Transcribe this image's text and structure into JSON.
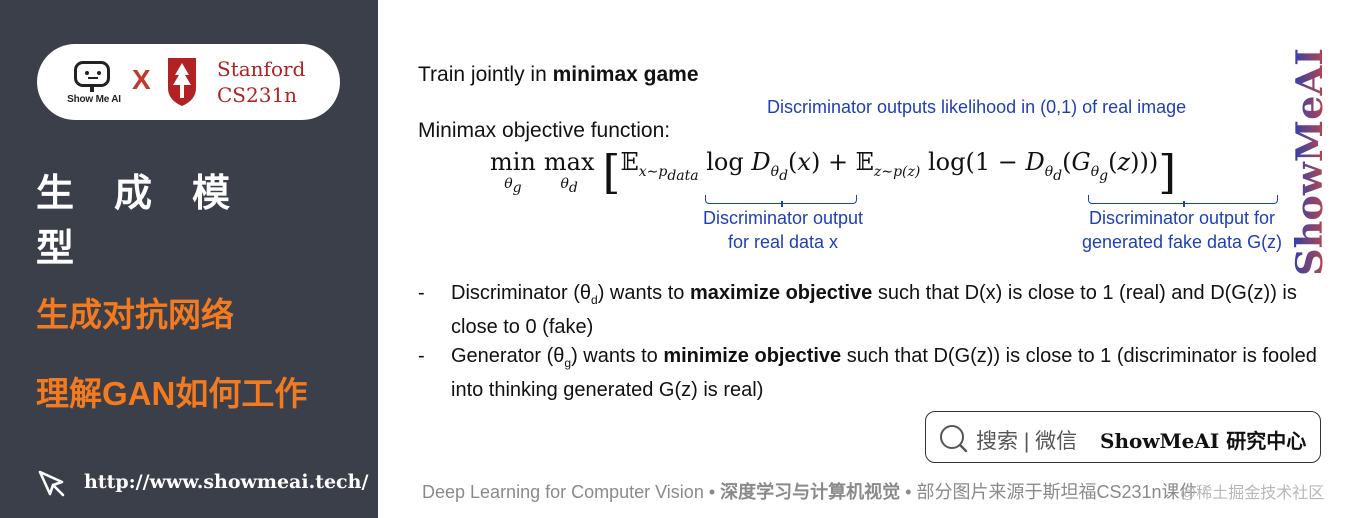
{
  "sidebar": {
    "logo_text": "Show Me AI",
    "x_mark": "X",
    "partner_line1": "Stanford",
    "partner_line2": "CS231n",
    "title": "生成模型",
    "subtitle1": "生成对抗网络",
    "subtitle2": "理解GAN如何工作",
    "url": "http://www.showmeai.tech/"
  },
  "slide": {
    "heading_prefix": "Train jointly in ",
    "heading_bold": "minimax game",
    "objective_label": "Minimax objective function:",
    "annotation_top": "Discriminator outputs likelihood in (0,1) of real image",
    "annotation_real_line1": "Discriminator output",
    "annotation_real_line2": "for real data x",
    "annotation_fake_line1": "Discriminator output for",
    "annotation_fake_line2": "generated fake data G(z)",
    "bullets": [
      {
        "dash": "-",
        "p1": "Discriminator (θ",
        "sub": "d",
        "p2": ") wants to ",
        "bold": "maximize objective",
        "p3": " such that D(x) is close to 1 (real) and D(G(z)) is close to 0 (fake)"
      },
      {
        "dash": "-",
        "p1": "Generator (θ",
        "sub": "g",
        "p2": ") wants to ",
        "bold": "minimize objective",
        "p3": " such that D(G(z)) is close to 1 (discriminator is fooled into thinking generated G(z) is real)"
      }
    ]
  },
  "search": {
    "hint": "搜索 | 微信",
    "brand": "ShowMeAI 研究中心"
  },
  "footer": {
    "course": "Deep Learning for Computer Vision",
    "sep": " • ",
    "series": "深度学习与计算机视觉",
    "note": "部分图片来源于斯坦福CS231n课件"
  },
  "watermark": "@稀土掘金技术社区",
  "brand_vertical": "ShowMeAI",
  "colors": {
    "sidebar_bg": "#3a3f49",
    "accent_orange": "#f47a1f",
    "annotation_blue": "#1f3fb8",
    "stanford_red": "#b22222"
  }
}
